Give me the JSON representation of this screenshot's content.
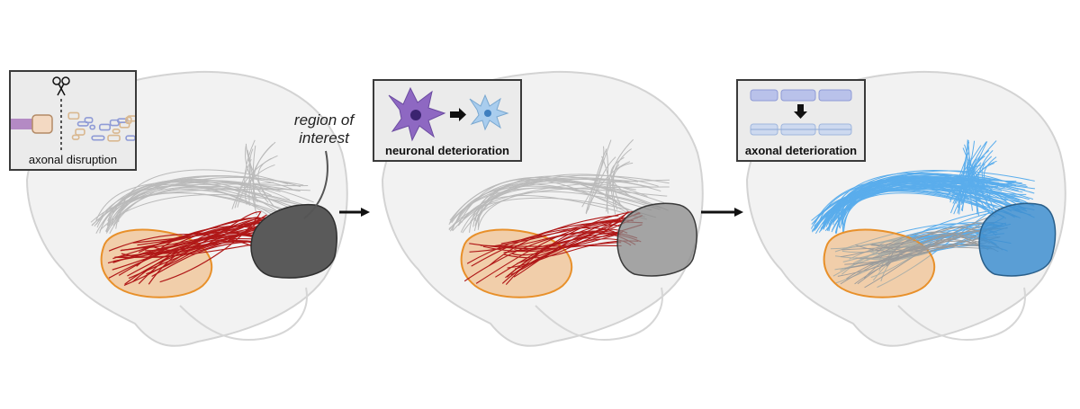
{
  "panels": [
    {
      "inset_label": "axonal disruption"
    },
    {
      "inset_label": "neuronal deterioration"
    },
    {
      "inset_label": "axonal deterioration"
    }
  ],
  "annotation": {
    "line1": "region of",
    "line2": "interest"
  },
  "colors": {
    "brain_outline": "#cfcfcf",
    "orange_region": "#e8902a",
    "red_fibers": "#b01818",
    "gray_fibers": "#a8a8a8",
    "blue_fibers": "#4aa6ec",
    "dark_region": "#4a4a4a",
    "neuron_purple": "#8e68c2",
    "neuron_blue": "#a9cdee"
  }
}
